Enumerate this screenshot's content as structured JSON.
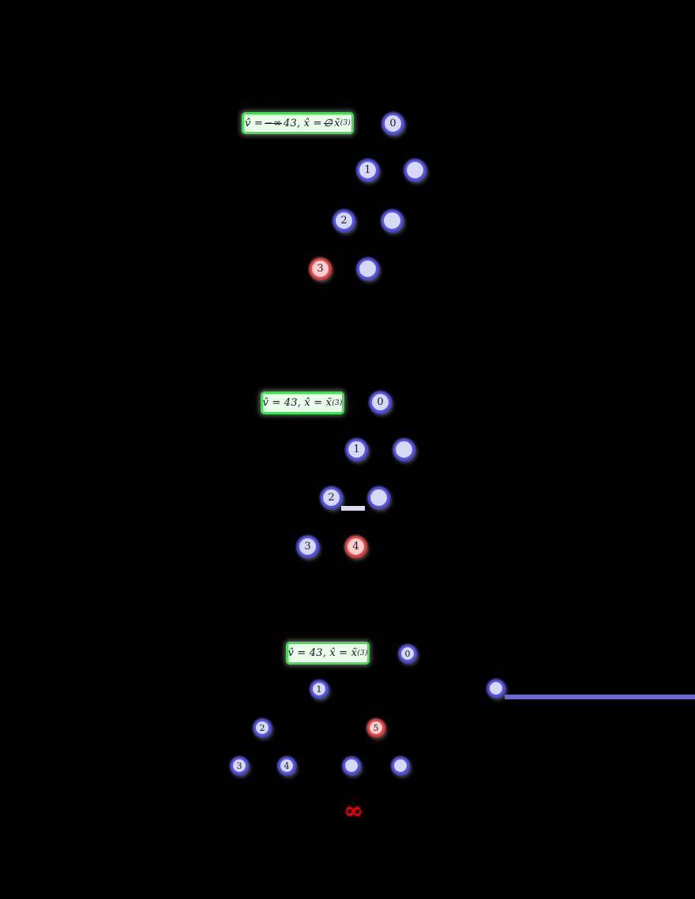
{
  "figure": {
    "title": "branch-and-bound search tree sequence",
    "background": "#000000",
    "colors": {
      "node_blue_fill": "#d7d7f6",
      "node_blue_border": "#5353ea",
      "node_red_fill": "#ffcfcf",
      "node_red_border": "#e64545",
      "annotation_fill": "#e9fdea",
      "annotation_border": "#41e051",
      "bar_lavender": "#dadaf2",
      "bar_blue": "#6a6ad9",
      "marker_red": "#e80000"
    },
    "panels": [
      {
        "caption": {
          "p1": "v̂ = ",
          "s1": "−∞",
          "p2": " 43, x̂ = ",
          "s2": "∅",
          "p3": " x̃",
          "sup": "(3)"
        },
        "nodes": [
          {
            "label": "0"
          },
          {
            "label": "1"
          },
          {
            "label": ""
          },
          {
            "label": "2"
          },
          {
            "label": ""
          },
          {
            "label": "3"
          },
          {
            "label": ""
          }
        ]
      },
      {
        "caption": {
          "p1": "v̂ = 43, x̂ = x̃",
          "sup": "(3)"
        },
        "nodes": [
          {
            "label": "0"
          },
          {
            "label": "1"
          },
          {
            "label": ""
          },
          {
            "label": "2"
          },
          {
            "label": ""
          },
          {
            "label": "3"
          },
          {
            "label": "4"
          }
        ]
      },
      {
        "caption": {
          "p1": "v̂ = 43, x̂ = x̃",
          "sup": "(3)"
        },
        "nodes": [
          {
            "label": "0"
          },
          {
            "label": "1"
          },
          {
            "label": ""
          },
          {
            "label": "2"
          },
          {
            "label": "5"
          },
          {
            "label": "3"
          },
          {
            "label": "4"
          },
          {
            "label": ""
          },
          {
            "label": ""
          }
        ],
        "marker": "∞"
      }
    ]
  }
}
